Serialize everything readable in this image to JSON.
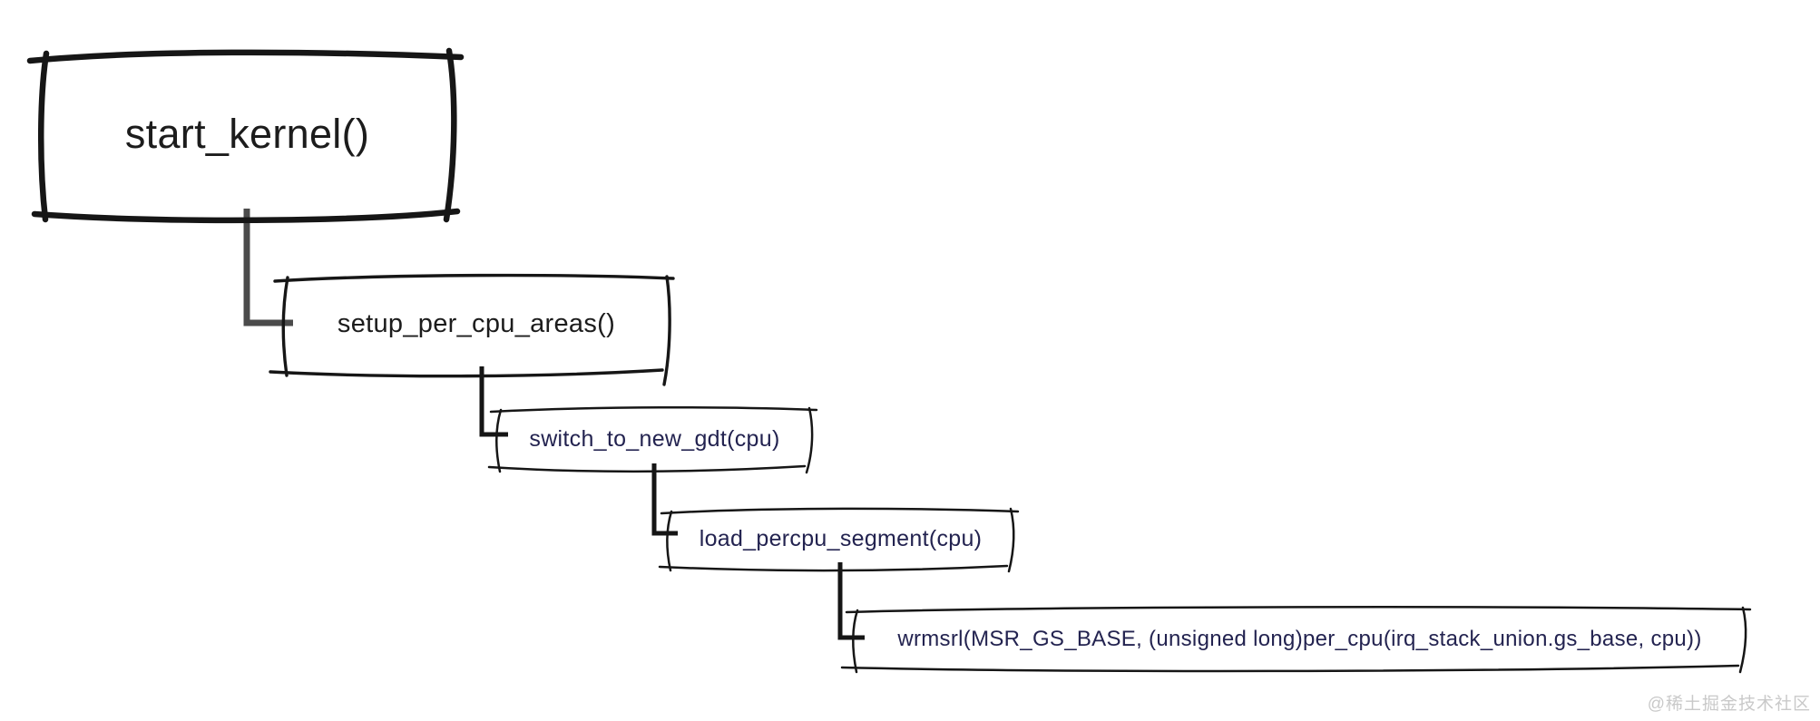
{
  "diagram": {
    "type": "call-hierarchy-flowchart",
    "nodes": [
      {
        "id": "start-kernel",
        "label": "start_kernel()",
        "level": 0,
        "text_color": "#1c1c1c"
      },
      {
        "id": "setup-per-cpu-areas",
        "label": "setup_per_cpu_areas()",
        "level": 1,
        "text_color": "#1c1c1c"
      },
      {
        "id": "switch-to-new-gdt",
        "label": "switch_to_new_gdt(cpu)",
        "level": 2,
        "text_color": "#232350"
      },
      {
        "id": "load-percpu-segment",
        "label": "load_percpu_segment(cpu)",
        "level": 3,
        "text_color": "#232350"
      },
      {
        "id": "wrmsrl-msr-gs-base",
        "label": "wrmsrl(MSR_GS_BASE, (unsigned long)per_cpu(irq_stack_union.gs_base, cpu))",
        "level": 4,
        "text_color": "#232350"
      }
    ],
    "edges": [
      {
        "from": "start-kernel",
        "to": "setup-per-cpu-areas"
      },
      {
        "from": "setup-per-cpu-areas",
        "to": "switch-to-new-gdt"
      },
      {
        "from": "switch-to-new-gdt",
        "to": "load-percpu-segment"
      },
      {
        "from": "load-percpu-segment",
        "to": "wrmsrl-msr-gs-base"
      }
    ],
    "colors": {
      "box_stroke": "#161616",
      "first_connector": "#4b4b4b",
      "connector": "#151515",
      "background": "#ffffff",
      "text_dark": "#1c1c1c",
      "text_navy": "#232350"
    }
  },
  "watermark": {
    "text": "@稀土掘金技术社区",
    "color": "#c9c9c9"
  }
}
